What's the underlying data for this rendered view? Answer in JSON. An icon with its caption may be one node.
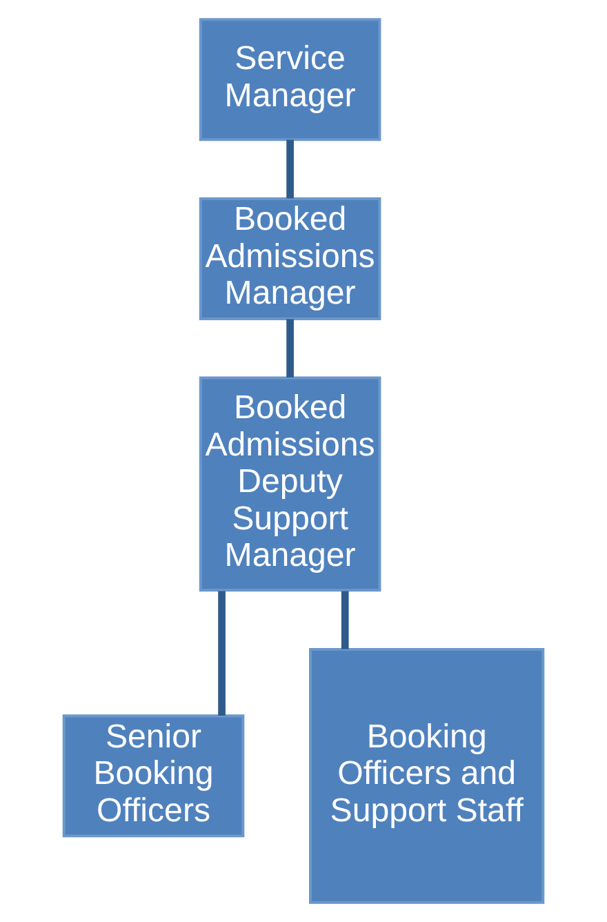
{
  "diagram": {
    "nodes": [
      {
        "text": [
          "Service Manager"
        ]
      },
      {
        "text": [
          "Booked Admissions Manager"
        ]
      },
      {
        "text": [
          "Booked Admissions Deputy Support Manager"
        ]
      },
      {
        "text": [
          "Senior Booking Officers"
        ]
      },
      {
        "text": [
          "Booking Officers and Support Staff"
        ]
      }
    ],
    "edges": [
      {
        "from": 0,
        "to": 1,
        "arrow": "none"
      },
      {
        "from": 1,
        "to": 2,
        "arrow": "none"
      },
      {
        "from": 2,
        "to": 3,
        "arrow": "none"
      },
      {
        "from": 2,
        "to": 4,
        "arrow": "none"
      }
    ]
  }
}
